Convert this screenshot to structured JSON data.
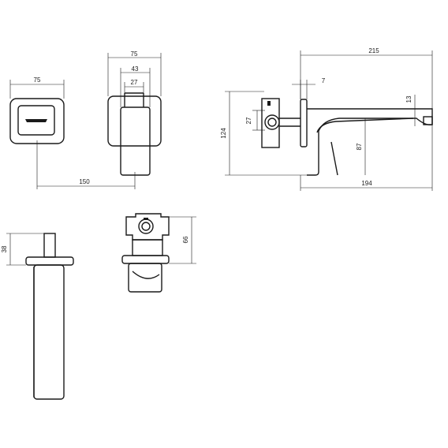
{
  "dimensions": {
    "plate_width_left": "75",
    "plate_width_mid": "75",
    "lever_depth_43": "43",
    "lever_depth_27": "27",
    "centers_150": "150",
    "spout_length_215": "215",
    "spout_offset_7": "7",
    "spout_drop_13": "13",
    "total_height_124": "124",
    "body_dia_27": "27",
    "spout_height_87": "87",
    "spout_reach_194": "194",
    "spout_stub_38": "38",
    "valve_height_66": "66"
  }
}
